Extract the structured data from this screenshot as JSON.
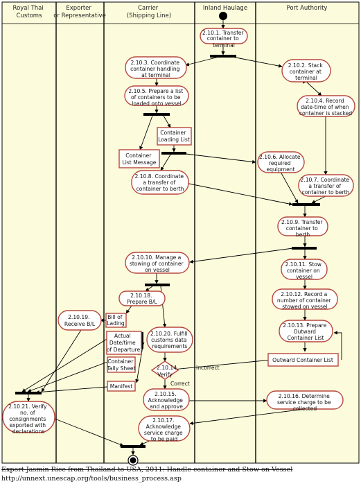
{
  "lanes": [
    {
      "id": "customs",
      "title_lines": [
        "Royal Thai",
        "Customs"
      ]
    },
    {
      "id": "exporter",
      "title_lines": [
        "Exporter",
        "or Representative"
      ]
    },
    {
      "id": "carrier",
      "title_lines": [
        "Carrier",
        "(Shipping Line)"
      ]
    },
    {
      "id": "haulage",
      "title_lines": [
        "Inland Haulage"
      ]
    },
    {
      "id": "port",
      "title_lines": [
        "Port Authority"
      ]
    }
  ],
  "activities": {
    "a2101": {
      "lines": [
        "2.10.1. Transfer",
        "container to",
        "terminal"
      ]
    },
    "a2102": {
      "lines": [
        "2.10.2. Stack",
        "container at",
        "terminal"
      ]
    },
    "a2103": {
      "lines": [
        "2.10.3. Coordinate",
        "container handling",
        "at terminal"
      ]
    },
    "a2104": {
      "lines": [
        "2.10.4. Record",
        "date-time of when",
        "container is stacked"
      ]
    },
    "a2105": {
      "lines": [
        "2.10.5. Prepare a list",
        "of containers to be",
        "loaded onto vessel"
      ]
    },
    "a2106": {
      "lines": [
        "2.10.6. Allocate",
        "required",
        "equipment"
      ]
    },
    "a2107": {
      "lines": [
        "2.10.7. Coordinate",
        "a transfer of",
        "container to berth"
      ]
    },
    "a2108": {
      "lines": [
        "2.10.8. Coordinate",
        "a transfer of",
        "container to berth"
      ]
    },
    "a2109": {
      "lines": [
        "2.10.9. Transfer",
        "container to",
        "berth"
      ]
    },
    "a21010": {
      "lines": [
        "2.10.10. Manage a",
        "stowing of container",
        "on vessel"
      ]
    },
    "a21011": {
      "lines": [
        "2.10.11. Stow",
        "container on",
        "vessel"
      ]
    },
    "a21012": {
      "lines": [
        "2.10.12. Record a",
        "number of container",
        "stowed on vessel"
      ]
    },
    "a21013": {
      "lines": [
        "2.10.13. Prepare",
        "Outward",
        "Container List"
      ]
    },
    "a21015": {
      "lines": [
        "2.10.15.",
        "Acknowledge",
        "and approve"
      ]
    },
    "a21016": {
      "lines": [
        "2.10.16. Determine",
        "service charge to be",
        "collected"
      ]
    },
    "a21017": {
      "lines": [
        "2.10.17.",
        "Acknowledge",
        "service charge",
        "to be paid"
      ]
    },
    "a21018": {
      "lines": [
        "2.10.18.",
        "Prepare B/L"
      ]
    },
    "a21019": {
      "lines": [
        "2.10.19.",
        "Receive B/L"
      ]
    },
    "a21020": {
      "lines": [
        "2.10.20. Fulfill",
        "customs data",
        "requirements"
      ]
    },
    "a21021": {
      "lines": [
        "2.10.21. Verify",
        "no. of",
        "consignments",
        "exported with",
        "declarations"
      ]
    }
  },
  "objects": {
    "o_cll": {
      "lines": [
        "Container",
        "Loading List"
      ]
    },
    "o_clm": {
      "lines": [
        "Container",
        "List Message"
      ]
    },
    "o_bol": {
      "lines": [
        "Bill of",
        "Lading"
      ]
    },
    "o_adt": {
      "lines": [
        "Actual",
        "Date/time",
        "of Departure"
      ]
    },
    "o_cts": {
      "lines": [
        "Container",
        "Tally Sheet"
      ]
    },
    "o_man": {
      "lines": [
        "Manifest"
      ]
    },
    "o_ocl": {
      "lines": [
        "Outward Container List"
      ]
    }
  },
  "decision": {
    "lines": [
      "2.10.14.",
      "Verify"
    ]
  },
  "guards": {
    "incorrect": "Incorrect",
    "correct": "Correct"
  },
  "caption": {
    "title": "Export Jasmin Rice from Thailand to USA, 2011: Handle container and Stow on Vessel",
    "url": "http://unnext.unescap.org/tools/business_process.asp"
  }
}
